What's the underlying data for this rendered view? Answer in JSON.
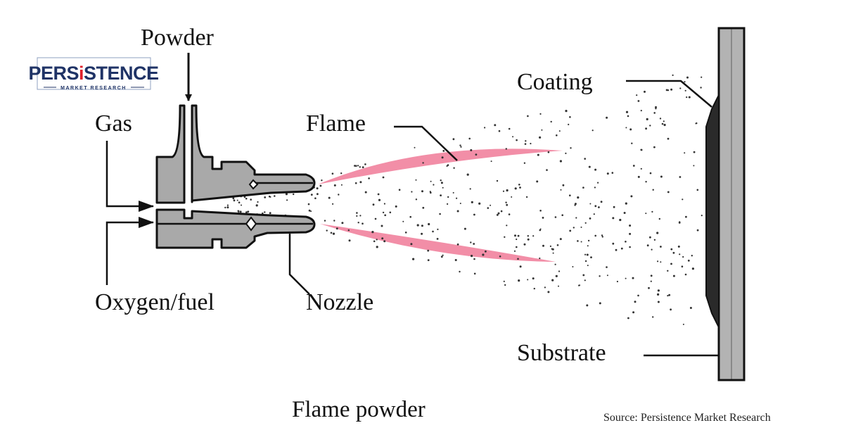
{
  "logo": {
    "brand": "PERSISTENCE",
    "highlight_letter": "i",
    "tagline": "MARKET RESEARCH"
  },
  "labels": {
    "powder": "Powder",
    "gas": "Gas",
    "oxygen_fuel": "Oxygen/fuel",
    "nozzle": "Nozzle",
    "flame": "Flame",
    "coating": "Coating",
    "substrate": "Substrate"
  },
  "caption": "Flame powder",
  "source": "Source: Persistence Market Research",
  "colors": {
    "flame": "#f07a98",
    "body": "#a9a9a9",
    "substrate": "#b3b3b3",
    "coating": "#2a2a2a",
    "brand": "#1f3366",
    "brand_accent": "#e0202a"
  }
}
